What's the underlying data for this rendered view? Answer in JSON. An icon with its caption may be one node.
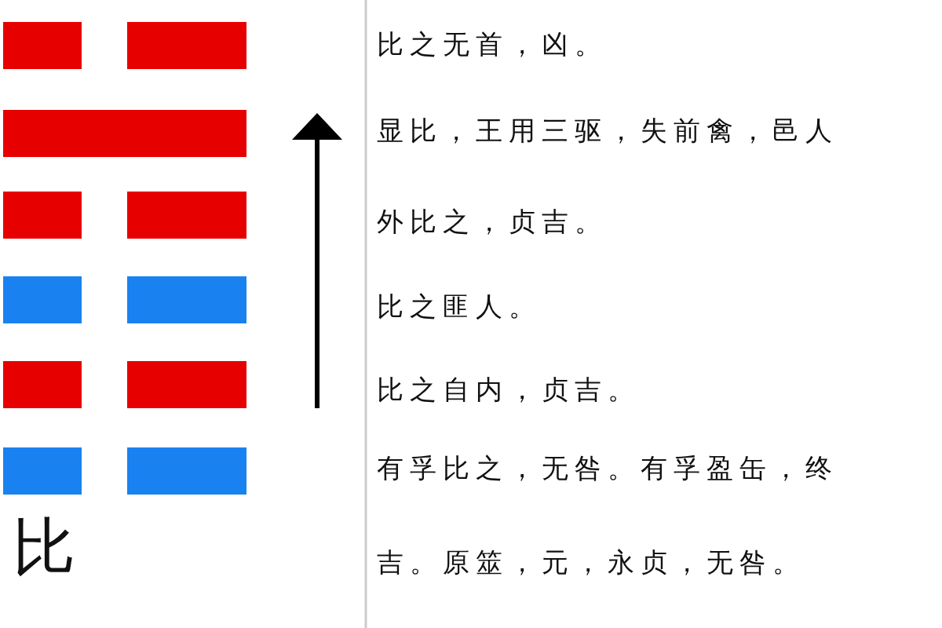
{
  "diagram": {
    "title": "比",
    "labels": [
      "比之无首，凶。",
      "显比，王用三驱，失前禽，邑人",
      "外比之，贞吉。",
      "比之匪人。",
      "比之自内，贞吉。",
      "有孚比之，无咎。有孚盈缶，终",
      "吉。原筮，元，永贞，无咎。"
    ]
  }
}
